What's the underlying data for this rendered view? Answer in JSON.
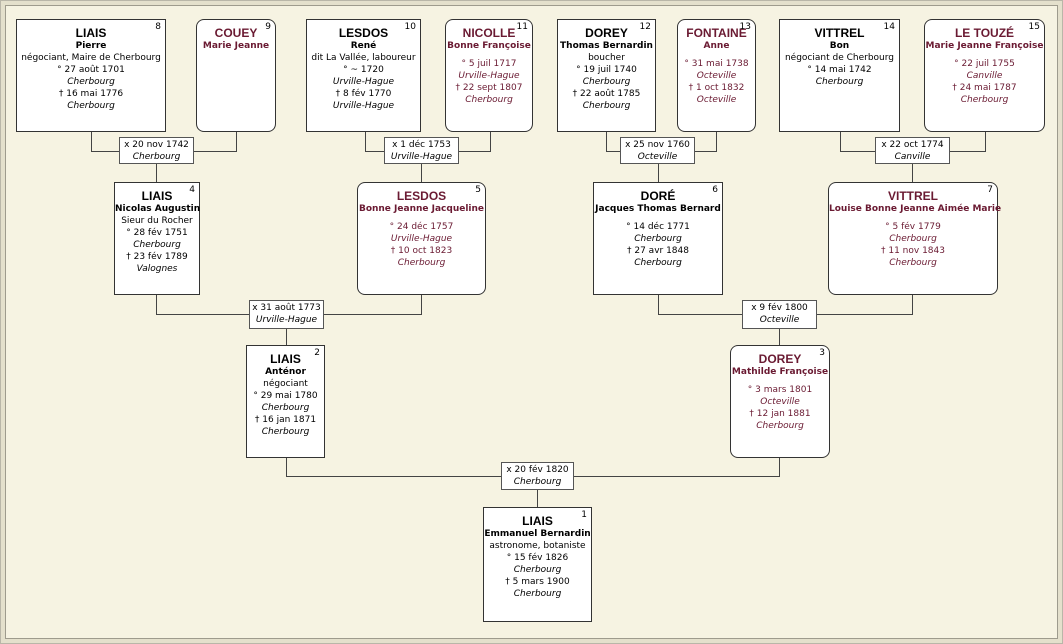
{
  "persons": {
    "p1": {
      "number": "1",
      "surname": "LIAIS",
      "given": "Emmanuel Bernardin",
      "occupation": "astronome, botaniste",
      "birth": "° 15 fév 1826",
      "birth_place": "Cherbourg",
      "death": "† 5 mars 1900",
      "death_place": "Cherbourg"
    },
    "p2": {
      "number": "2",
      "surname": "LIAIS",
      "given": "Anténor",
      "occupation": "négociant",
      "birth": "° 29 mai 1780",
      "birth_place": "Cherbourg",
      "death": "† 16 jan 1871",
      "death_place": "Cherbourg"
    },
    "p3": {
      "number": "3",
      "surname": "DOREY",
      "given": "Mathilde Françoise",
      "birth": "° 3 mars 1801",
      "birth_place": "Octeville",
      "death": "† 12 jan 1881",
      "death_place": "Cherbourg"
    },
    "p4": {
      "number": "4",
      "surname": "LIAIS",
      "given": "Nicolas Augustin",
      "occupation": "Sieur du Rocher",
      "birth": "° 28 fév 1751",
      "birth_place": "Cherbourg",
      "death": "† 23 fév 1789",
      "death_place": "Valognes"
    },
    "p5": {
      "number": "5",
      "surname": "LESDOS",
      "given": "Bonne Jeanne Jacqueline",
      "birth": "° 24 déc 1757",
      "birth_place": "Urville-Hague",
      "death": "† 10 oct 1823",
      "death_place": "Cherbourg"
    },
    "p6": {
      "number": "6",
      "surname": "DORÉ",
      "given": "Jacques Thomas Bernard",
      "birth": "° 14 déc 1771",
      "birth_place": "Cherbourg",
      "death": "† 27 avr 1848",
      "death_place": "Cherbourg"
    },
    "p7": {
      "number": "7",
      "surname": "VITTREL",
      "given": "Louise Bonne Jeanne Aimée Marie",
      "birth": "° 5 fév 1779",
      "birth_place": "Cherbourg",
      "death": "† 11 nov 1843",
      "death_place": "Cherbourg"
    },
    "p8": {
      "number": "8",
      "surname": "LIAIS",
      "given": "Pierre",
      "occupation": "négociant, Maire de Cherbourg",
      "birth": "° 27 août 1701",
      "birth_place": "Cherbourg",
      "death": "† 16 mai 1776",
      "death_place": "Cherbourg"
    },
    "p9": {
      "number": "9",
      "surname": "COUEY",
      "given": "Marie Jeanne"
    },
    "p10": {
      "number": "10",
      "surname": "LESDOS",
      "given": "René",
      "occupation": "dit La Vallée, laboureur",
      "birth": "° ~ 1720",
      "birth_place": "Urville-Hague",
      "death": "† 8 fév 1770",
      "death_place": "Urville-Hague"
    },
    "p11": {
      "number": "11",
      "surname": "NICOLLE",
      "given": "Bonne Françoise",
      "birth": "° 5 juil 1717",
      "birth_place": "Urville-Hague",
      "death": "† 22 sept 1807",
      "death_place": "Cherbourg"
    },
    "p12": {
      "number": "12",
      "surname": "DOREY",
      "given": "Thomas Bernardin",
      "occupation": "boucher",
      "birth": "° 19 juil 1740",
      "birth_place": "Cherbourg",
      "death": "† 22 août 1785",
      "death_place": "Cherbourg"
    },
    "p13": {
      "number": "13",
      "surname": "FONTAINE",
      "given": "Anne",
      "birth": "° 31 mai 1738",
      "birth_place": "Octeville",
      "death": "† 1 oct 1832",
      "death_place": "Octeville"
    },
    "p14": {
      "number": "14",
      "surname": "VITTREL",
      "given": "Bon",
      "occupation": "négociant de Cherbourg",
      "birth": "° 14 mai 1742",
      "birth_place": "Cherbourg"
    },
    "p15": {
      "number": "15",
      "surname": "LE TOUZÉ",
      "given": "Marie Jeanne Françoise",
      "birth": "° 22 juil 1755",
      "birth_place": "Canville",
      "death": "† 24 mai 1787",
      "death_place": "Cherbourg"
    }
  },
  "marriages": {
    "m1": {
      "date": "x 20 fév 1820",
      "place": "Cherbourg"
    },
    "m2": {
      "date": "x 31 août 1773",
      "place": "Urville-Hague"
    },
    "m3": {
      "date": "x 9 fév 1800",
      "place": "Octeville"
    },
    "m4": {
      "date": "x 20 nov 1742",
      "place": "Cherbourg"
    },
    "m5": {
      "date": "x 1 déc 1753",
      "place": "Urville-Hague"
    },
    "m6": {
      "date": "x 25 nov 1760",
      "place": "Octeville"
    },
    "m7": {
      "date": "x 22 oct 1774",
      "place": "Canville"
    }
  }
}
